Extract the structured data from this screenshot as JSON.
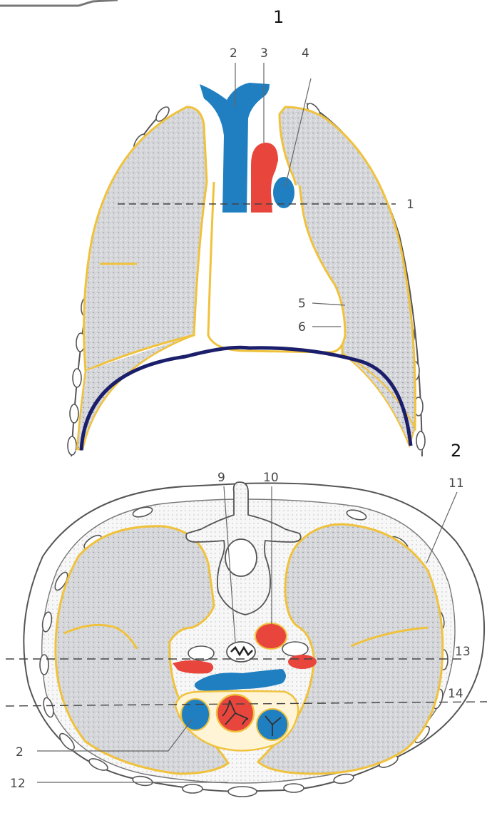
{
  "figure_1": {
    "number": "1",
    "labels": {
      "l2": "2",
      "l3": "3",
      "l4": "4",
      "l1": "1",
      "l5": "5",
      "l6": "6"
    }
  },
  "figure_2": {
    "number": "2",
    "labels": {
      "l9": "9",
      "l10": "10",
      "l11": "11",
      "l13": "13",
      "l14": "14",
      "l2": "2",
      "l12": "12"
    }
  },
  "colors": {
    "vein_blue": "#1f7fc1",
    "artery_red": "#e8453c",
    "pleura_yellow": "#f0c23c",
    "diaphragm_navy": "#1b1f6b",
    "lung_gray": "#d2d3d6"
  }
}
